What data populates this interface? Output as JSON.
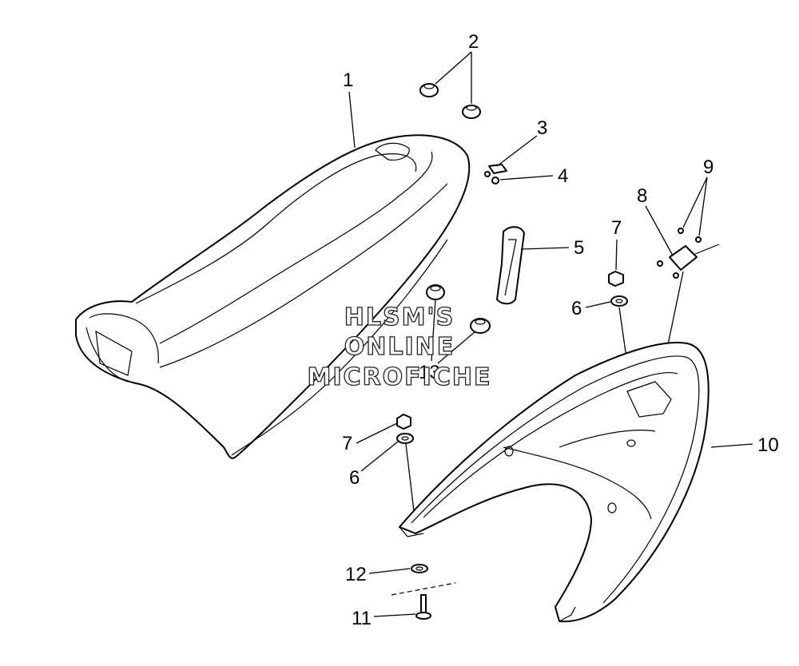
{
  "watermark": {
    "line1": "HLSM'S",
    "line2": "ONLINE",
    "line3": "MICROFICHE"
  },
  "callouts": {
    "c1": "1",
    "c2": "2",
    "c3": "3",
    "c4": "4",
    "c5": "5",
    "c6a": "6",
    "c6b": "6",
    "c7a": "7",
    "c7b": "7",
    "c8": "8",
    "c9": "9",
    "c10": "10",
    "c11": "11",
    "c12": "12",
    "c13": "13"
  }
}
